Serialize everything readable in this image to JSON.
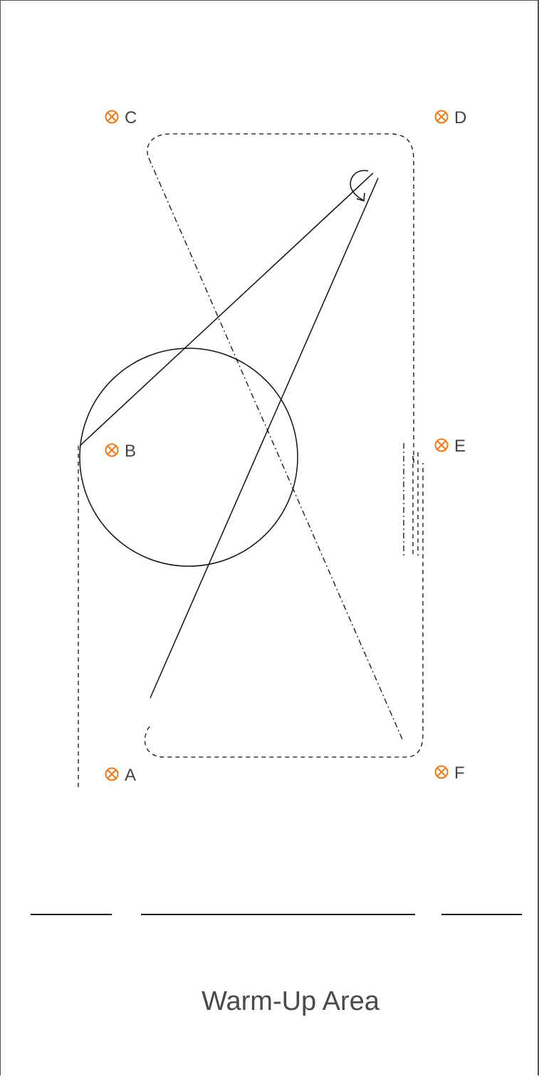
{
  "markers": {
    "A": "A",
    "B": "B",
    "C": "C",
    "D": "D",
    "E": "E",
    "F": "F"
  },
  "warmup_label": "Warm-Up Area",
  "colors": {
    "marker": "#ee7a1a",
    "line": "#111111",
    "border": "#555555",
    "text": "#444444"
  }
}
